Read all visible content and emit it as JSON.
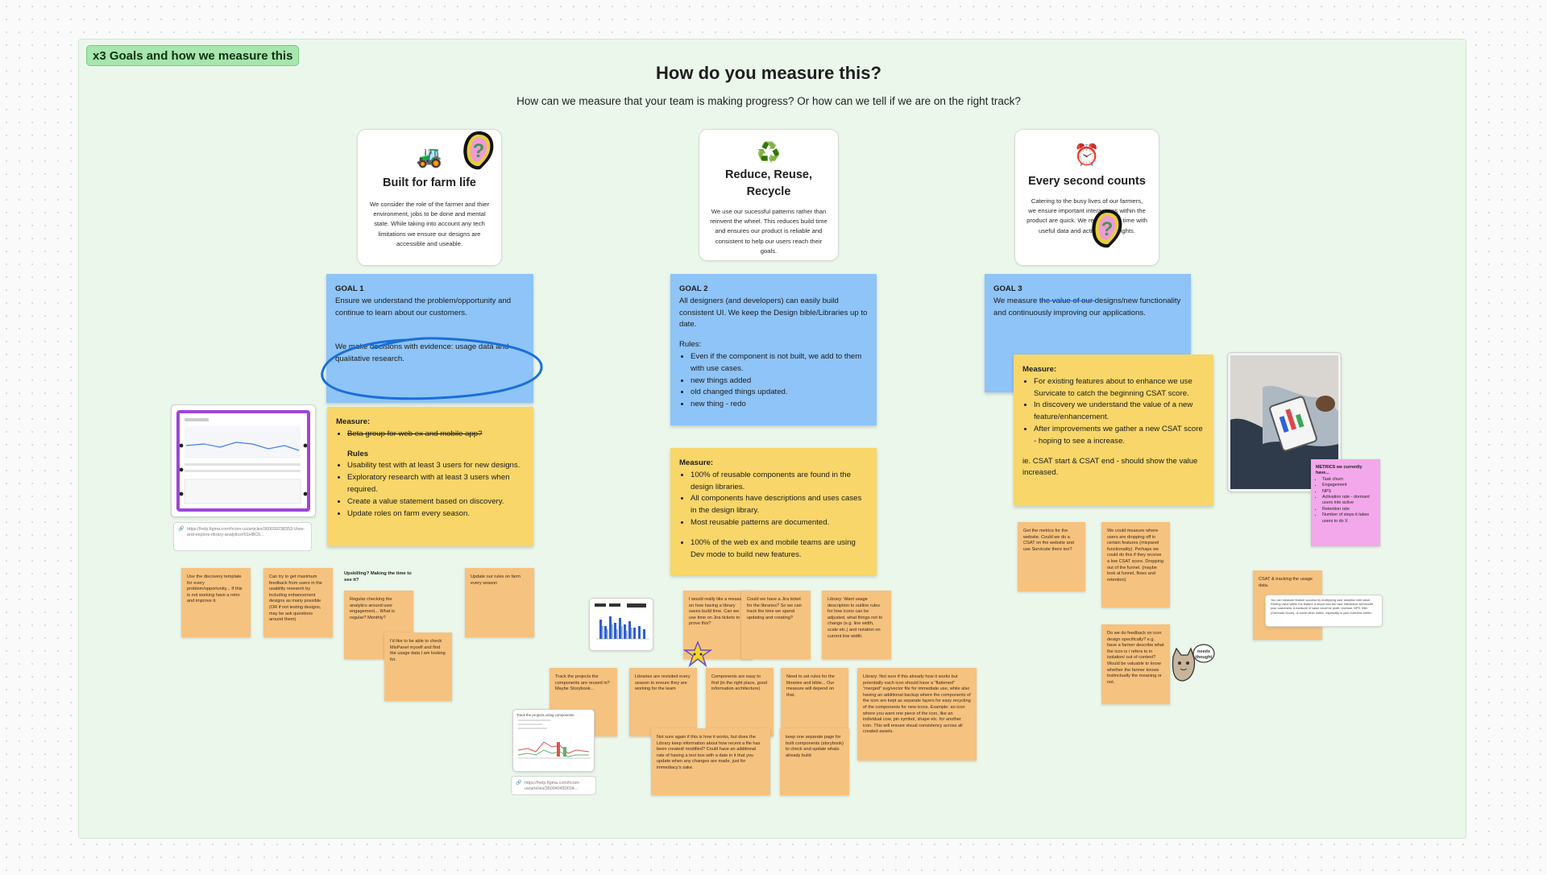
{
  "section": {
    "label": "x3 Goals and how we measure this"
  },
  "header": {
    "title": "How do you measure this?",
    "subtitle": "How can we measure that your team is making progress? Or how can we tell if we are on the right track?"
  },
  "cards": [
    {
      "emoji": "🚜",
      "icon": "tractor-icon",
      "title": "Built for farm life",
      "body": "We consider the role of the farmer and thier environment, jobs to be done and mental state. While taking into account any tech limitations we ensure our designs are accessible and useable."
    },
    {
      "emoji": "♻️",
      "icon": "recycle-icon",
      "title": "Reduce, Reuse, Recycle",
      "body": "We use our sucessful patterns rather than reinvent the wheel. This reduces build time and ensures our product is reliable and consistent to help our users reach their goals."
    },
    {
      "emoji": "⏰",
      "icon": "alarm-clock-icon",
      "title": "Every second counts",
      "body": "Catering to the busy lives of our farmers, we ensure important interactions within the product are quick. We reward their time with useful data and actionable insights."
    }
  ],
  "goals": [
    {
      "label": "GOAL 1",
      "text": "Ensure we understand the problem/opportunity and continue to learn about our customers.",
      "evidence": "We make decisions with evidence: usage data and qualitative research."
    },
    {
      "label": "GOAL 2",
      "text": "All designers (and developers) can easily build consistent UI. We keep the Design bible/Libraries up to date.",
      "rules_label": "Rules:",
      "rules": [
        "Even if the component is not built, we add to them with use cases.",
        "new things added",
        "old changed things updated.",
        "new thing - redo"
      ]
    },
    {
      "label": "GOAL 3",
      "text_pre": "We measure ",
      "text_strike": "the value of our ",
      "text_post": "designs/new functionality and continuously improving our applications."
    }
  ],
  "measures": [
    {
      "label": "Measure:",
      "strike_item": "Beta group for web ex and mobile app?",
      "rules_label": "Rules",
      "items": [
        "Usability test with at least 3 users for new designs.",
        "Exploratory research with at least 3 users when required.",
        "Create a value statement based on discovery.",
        "Update roles on farm every season."
      ]
    },
    {
      "label": "Measure:",
      "items": [
        "100% of reusable components are found in the design libraries.",
        "All components have descriptions and uses cases in the design library.",
        "Most reusable patterns are documented."
      ],
      "items2": [
        "100% of the web ex and mobile teams are using Dev mode to build new features."
      ]
    },
    {
      "label": "Measure:",
      "items": [
        "For existing features about to enhance we use Survicate to catch the beginning CSAT score.",
        "In discovery we understand the value of a new feature/enhancement.",
        "After improvements we gather a new CSAT score - hoping to see a increase."
      ],
      "note": "ie. CSAT start & CSAT end - should show the value increased."
    }
  ],
  "notes": {
    "n1": "Use the discovery template for every problem/opportunity... If this is not working have a retro and improve it.",
    "n2": "Can try to get maximum feedback from users in the usability research by including enhancement designs as many possible (OR if not testing designs, may be ask questions around them)",
    "n3_title": "Upskilling? Making the time to see it?",
    "n3": "Regular checking the analytics around user engagement... What is regular? Monthly?",
    "n4": "I'd like to be able to check MixPanel myself and find the usage data I am looking for.",
    "n5": "Update our rules on farm every season",
    "n6": "I would really like a measure on how having a library saves build time. Can we use time on Jira tickets to prove this?",
    "n7": "Could we have a Jira ticket for the libraries? So we can track the time we spend updating and creating?",
    "n8": "Library: Want usage description to outline rules for how icons can be adjusted, what things not to change (e.g. line width, scale etc.) and notation on current line width.",
    "n9": "Track the projects the components are reused in? Maybe Storybook...",
    "n10": "Libraries are revisited every season to ensure they are working for the team",
    "n11": "Components are easy to find (in the right place, good information architecture)",
    "n12": "Need to set rules for the libraries and bible... Our measure will depend on that.",
    "n13": "Library: Not sure if this already how it works but potentially each icon should have a \"flattened\" \"merged\" svg/vector file for immediate use, while also having an additional backup where the components of the icon are kept as separate layers for easy recycling of the components for new icons. Example: an icon where you want one piece of the icon, like an individual cow, pin symbol, shape etc. for another icon. This will ensure visual consistency across all created assets.",
    "n14": "Not sure again if this is how it works, but does the Library keep information about how recent a file has been created/ modified? Could have an additional rate of having a text box with a date in it that you update when any changes are made, just for immediacy's sake.",
    "n15": "keep one separate page for built components (storybook) to check and update whats already build",
    "n16": "Get the metrics for the website. Could we do a CSAT on the website and use Survicate there too?",
    "n17": "We could measure where users are dropping off in certain features (mixpanel functionality). Perhaps we could do this if they receive a low CSAT score. Dropping out of the funnel. (maybe look at funnel, flows and retention)",
    "n18": "Do we do feedback on icon design specifically? e.g. have a farmer describe what the icon is / refers to in isolation/ out of context? Would be valuable to know whether the farmer knows instinctually the meaning or not.",
    "n19": "CSAT & tracking the usage data.",
    "n20_title": "METRICS we currently have...",
    "n20": [
      "Task churn",
      "Engagement",
      "NPS",
      "Activation rate - dormant users into active",
      "Retention rate",
      "Number of steps it takes users to do X"
    ]
  },
  "links": {
    "l1": "https://help.figma.com/hc/en-us/articles/360039238353-View-and-explore-library-analytics#01HBC6...",
    "l2": "https://help.figma.com/hc/en-us/articles/360040450034...",
    "l3_title": "Track the projects using components",
    "card_text": "You can measure feature success by multiplying user adoption with value. Finding value within the feature is about how the user interaction will benefit your customers. A measure of value could be profit, revenue, NPS, filter (Survicate Score), or some other metric, especially in your business metric."
  },
  "stickers": {
    "s1": "needs thought"
  },
  "colors": {
    "blue": "#8ec4f7",
    "yellow": "#f8d669",
    "orange": "#f6c27f",
    "pink": "#f2a8ea",
    "section": "#ebf7eb"
  }
}
